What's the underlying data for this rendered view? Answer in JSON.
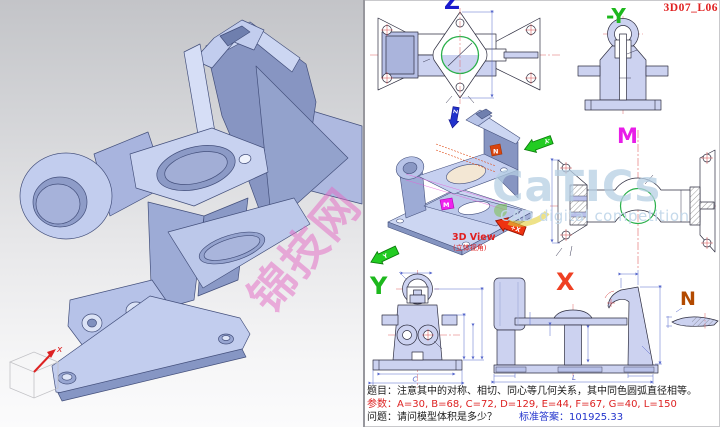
{
  "title_code": "3D07_L06",
  "views": {
    "z": {
      "label": "Z",
      "color": "#1a1acc"
    },
    "negY": {
      "label": "-Y",
      "color": "#1db81d"
    },
    "m": {
      "label": "M",
      "color": "#e81de8"
    },
    "y": {
      "label": "Y",
      "color": "#1db81d"
    },
    "x": {
      "label": "X",
      "color": "#ef4023"
    },
    "n": {
      "label": "N",
      "color": "#b34a00"
    },
    "threeD": {
      "label": "3D View",
      "sublabel": "(立体视角)",
      "color": "#e02020"
    }
  },
  "arrows": {
    "z": "Z",
    "negY": "-Y",
    "y": "Y",
    "x": "+X"
  },
  "flags": {
    "m": "M",
    "n": "N"
  },
  "dims": {
    "x_bottom": "L",
    "y_bottom": "C"
  },
  "triad": {
    "x": "x"
  },
  "watermarks": {
    "site": "锦技网",
    "brand": "CaTICs",
    "brand_sub": "CAD digital competition"
  },
  "footer": {
    "q_label": "题目：",
    "q_text": "注意其中的对称、相切、同心等几何关系，其中同色圆弧直径相等。",
    "p_label": "参数：",
    "p_text": "A=30, B=68, C=72, D=129, E=44, F=67, G=40, L=150",
    "ask_label": "问题：",
    "ask_text": "请问模型体积是多少？",
    "ans_label": "标准答案：",
    "ans_value": "101925.33"
  },
  "colors": {
    "model_fill": "#bcc8ea",
    "drawing_fill": "#ccd2f0",
    "green_circle": "#2ab04a",
    "centerline_red": "#e06565",
    "dim_blue": "#5768cc",
    "code_red": "#e02020",
    "param_red": "#dd2222",
    "answer_blue": "#2233cc",
    "watermark_pink": "#e468c4",
    "watermark_blue": "#b6cfe4"
  }
}
